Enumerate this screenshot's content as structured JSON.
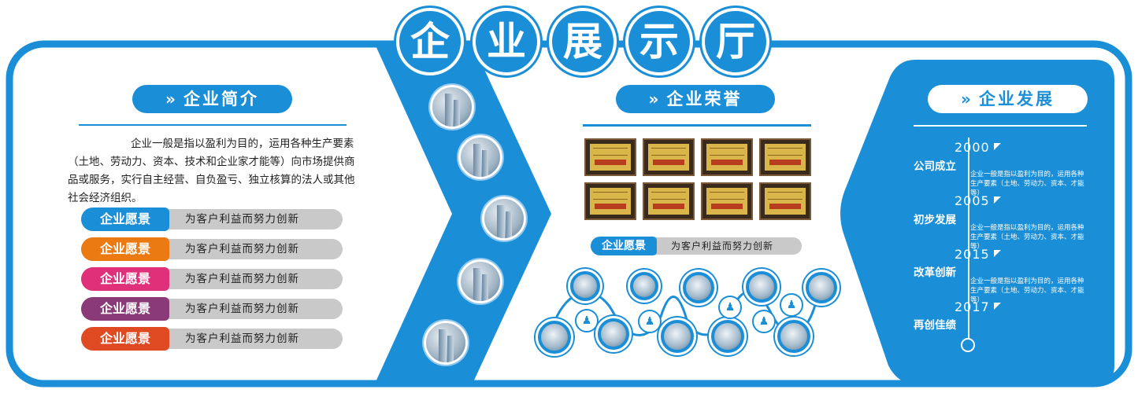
{
  "title_chars": [
    "企",
    "业",
    "展",
    "示",
    "厅"
  ],
  "colors": {
    "primary": "#1a8fd8",
    "pill_blue": "#1a8fd8",
    "pill_orange": "#ec7a12",
    "pill_magenta": "#e0307a",
    "pill_purple": "#8a3a78",
    "pill_red": "#e04a22",
    "pill_track": "#c9c9c9"
  },
  "left": {
    "heading": "企业简介",
    "heading_chevron": "»",
    "intro": "企业一般是指以盈利为目的，运用各种生产要素（土地、劳动力、资本、技术和企业家才能等）向市场提供商品或服务，实行自主经营、自负盈亏、独立核算的法人或其他社会经济组织。",
    "pills": [
      {
        "label": "企业愿景",
        "text": "为客户利益而努力创新",
        "color": "#1a8fd8"
      },
      {
        "label": "企业愿景",
        "text": "为客户利益而努力创新",
        "color": "#ec7a12"
      },
      {
        "label": "企业愿景",
        "text": "为客户利益而努力创新",
        "color": "#e0307a"
      },
      {
        "label": "企业愿景",
        "text": "为客户利益而努力创新",
        "color": "#8a3a78"
      },
      {
        "label": "企业愿景",
        "text": "为客户利益而努力创新",
        "color": "#e04a22"
      }
    ]
  },
  "center": {
    "heading": "企业荣誉",
    "heading_chevron": "»",
    "plaque_count": 8,
    "vision_label": "企业愿景",
    "vision_text": "为客户利益而努力创新"
  },
  "right": {
    "heading": "企业发展",
    "heading_chevron": "»",
    "timeline": [
      {
        "year": "2000",
        "stage": "公司成立",
        "desc": "企业一般是指以盈利为目的，运用各种生产要素（土地、劳动力、资本、才能等）"
      },
      {
        "year": "2005",
        "stage": "初步发展",
        "desc": "企业一般是指以盈利为目的，运用各种生产要素（土地、劳动力、资本、才能等）"
      },
      {
        "year": "2015",
        "stage": "改革创新",
        "desc": "企业一般是指以盈利为目的，运用各种生产要素（土地、劳动力、资本、才能等）"
      },
      {
        "year": "2017",
        "stage": "再创佳绩",
        "desc": ""
      }
    ]
  },
  "icons": {
    "chevron": "double-chevron-icon",
    "year_marker": "triangle-corner-icon",
    "timeline_end": "ring-icon",
    "person": "person-icon"
  }
}
